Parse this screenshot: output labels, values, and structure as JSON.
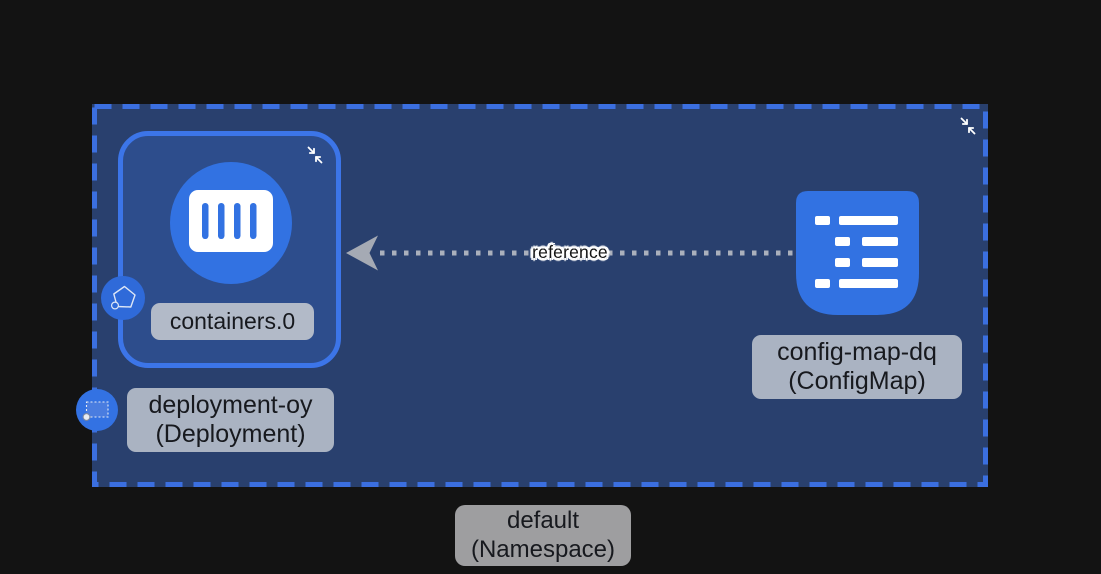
{
  "canvas": {
    "background": "#131313"
  },
  "colors": {
    "namespace_fill": "#29406E",
    "namespace_border": "#3B6FE0",
    "node_fill": "#2D4D8C",
    "node_border": "#3C75E8",
    "resource_blue": "#3272E2",
    "inner_label_bg": "#B2BAC8",
    "outer_label_bg": "#9E9EA0",
    "label_text": "#17191E",
    "edge_gray": "#AAB0BC"
  },
  "namespace": {
    "label_line1": "default",
    "label_line2": "(Namespace)"
  },
  "deployment": {
    "label_line1": "deployment-oy",
    "label_line2": "(Deployment)",
    "container_label": "containers.0"
  },
  "configmap": {
    "label_line1": "config-map-dq",
    "label_line2": "(ConfigMap)"
  },
  "edge": {
    "label": "reference"
  },
  "icons": {
    "collapse": "two diagonal arrows pointing inward",
    "container": "white card with four vertical blue bars",
    "configmap": "blue rounded sheet with white list lines",
    "pod_badge": "pentagon outline in blue circle",
    "namespace_badge": "dashed rectangle in blue circle"
  }
}
